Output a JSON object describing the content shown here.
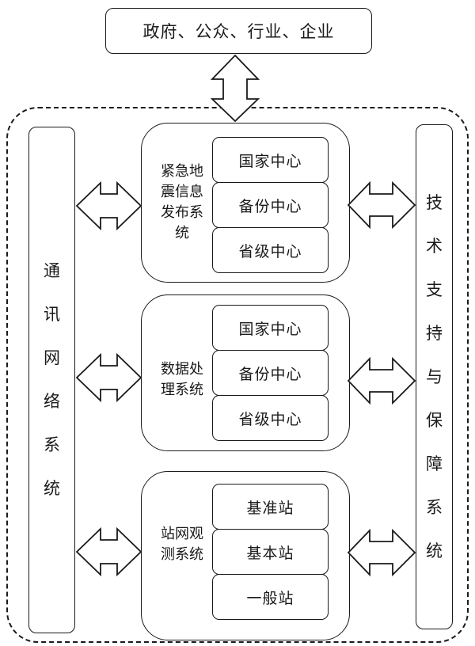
{
  "top": {
    "label": "政府、公众、行业、企业"
  },
  "left_column": {
    "chars": [
      "通",
      "讯",
      "网",
      "络",
      "系",
      "统"
    ]
  },
  "right_column": {
    "chars": [
      "技",
      "术",
      "支",
      "持",
      "与",
      "保",
      "障",
      "系",
      "统"
    ]
  },
  "systems": [
    {
      "label_lines": [
        "紧急地",
        "震信息",
        "发布系",
        "统"
      ],
      "items": [
        "国家中心",
        "备份中心",
        "省级中心"
      ]
    },
    {
      "label_lines": [
        "数据处",
        "理系统"
      ],
      "items": [
        "国家中心",
        "备份中心",
        "省级中心"
      ]
    },
    {
      "label_lines": [
        "站网观",
        "测系统"
      ],
      "items": [
        "基准站",
        "基本站",
        "一般站"
      ]
    }
  ]
}
